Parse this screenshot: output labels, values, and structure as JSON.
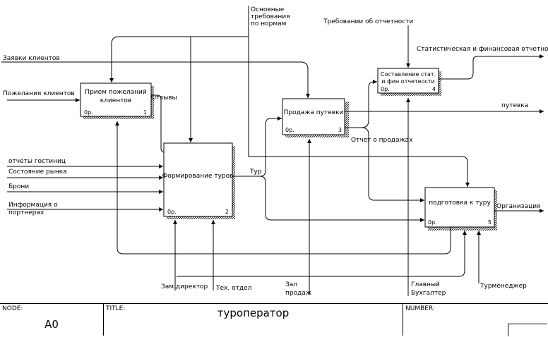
{
  "boxes": [
    {
      "id": "b1",
      "lines": [
        "Прием пожеланий",
        "клиентов"
      ],
      "op": "0р.",
      "num": "1"
    },
    {
      "id": "b2",
      "lines": [
        "Формирование туров"
      ],
      "op": "0р.",
      "num": "2"
    },
    {
      "id": "b3",
      "lines": [
        "Продажа путевки"
      ],
      "op": "0р.",
      "num": "3"
    },
    {
      "id": "b4",
      "lines": [
        "Составление стат.",
        "и фин отчетеости"
      ],
      "op": "0р.",
      "num": "4"
    },
    {
      "id": "b5",
      "lines": [
        "подготовка к туру"
      ],
      "op": "0р.",
      "num": "5"
    }
  ],
  "arrow_labels": {
    "req_norms": [
      "Основные",
      "требования",
      "по нормам"
    ],
    "req_report": "Требовании об отчетности",
    "client_requests": "Заявки клиентов",
    "client_wishes": "Пожелания клиентов",
    "feedback": "Отзывы",
    "stat_fin": "Статистическая и финансовая отчетность",
    "voucher": "путевка",
    "sales_report": "Отчет о продажах",
    "hotel_reports": "отчеты гостиниц",
    "market_state": "Состояние рынка",
    "bookings": "Брони",
    "partner_info": [
      "Информация о",
      "портнерах"
    ],
    "tour": "Тур",
    "organization": "Организация",
    "deputy_director": "Зам.директор",
    "tech_dept": "Тех. отдел",
    "sales_hall": [
      "Зал",
      "продаж"
    ],
    "chief_accountant": [
      "Главный",
      "Бухгалтер"
    ],
    "tour_manager": "Турменеджер"
  },
  "footer": {
    "node_label": "NODE:",
    "node_value": "A0",
    "title_label": "TITLE:",
    "title_value": "туроператор",
    "number_label": "NUMBER:"
  }
}
